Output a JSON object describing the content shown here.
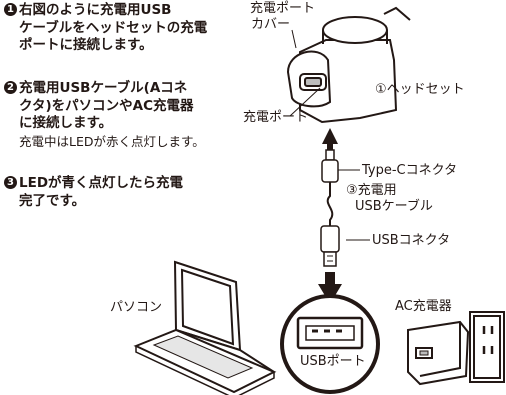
{
  "steps": [
    {
      "num": "1",
      "lines": [
        "右図のように充電用USB",
        "ケーブルをヘッドセットの充電",
        "ポートに接続します。"
      ]
    },
    {
      "num": "2",
      "lines": [
        "充電用USBケーブル(Aコネ",
        "クタ)をパソコンやAC充電器",
        "に接続します。"
      ],
      "note": "充電中はLEDが赤く点灯します。"
    },
    {
      "num": "3",
      "lines": [
        "LEDが青く点灯したら充電",
        "完了です。"
      ]
    }
  ],
  "labels": {
    "charge_cover_1": "充電ポート",
    "charge_cover_2": "カバー",
    "headset": "①ヘッドセット",
    "charge_port": "充電ポート",
    "type_c": "Type-Cコネクタ",
    "cable_1": "③充電用",
    "cable_2": "USBケーブル",
    "usb_connector": "USBコネクタ",
    "pc": "パソコン",
    "ac": "AC充電器",
    "usb_port": "USBポート"
  },
  "icons": [
    "laptop-icon",
    "headset-icon",
    "usb-cable-icon",
    "ac-charger-icon",
    "usb-port-icon",
    "arrow-icon"
  ]
}
